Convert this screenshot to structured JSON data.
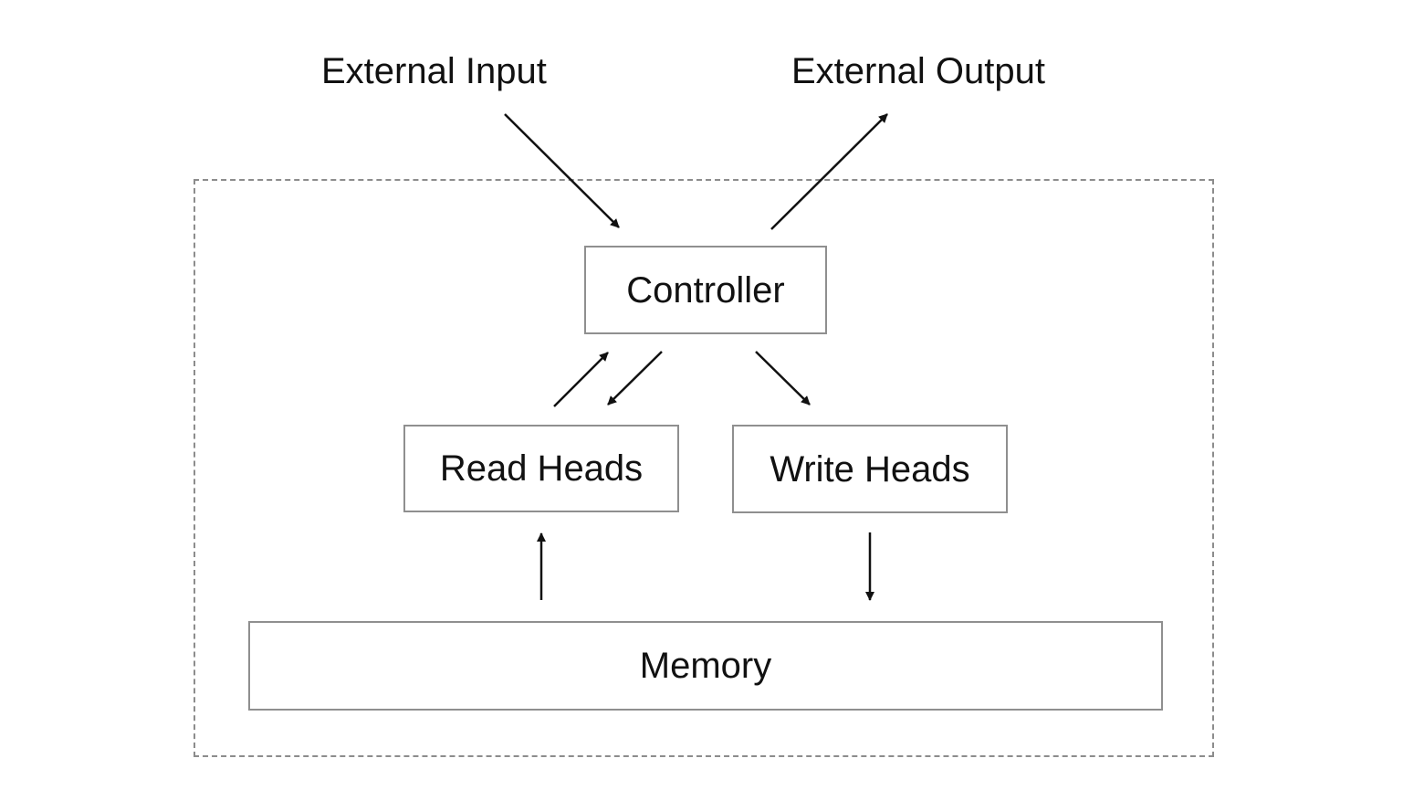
{
  "external": {
    "input_label": "External Input",
    "output_label": "External Output"
  },
  "nodes": {
    "controller": "Controller",
    "read_heads": "Read Heads",
    "write_heads": "Write Heads",
    "memory": "Memory"
  },
  "colors": {
    "box_border": "#8f8f8f",
    "boundary": "#8c8c8c",
    "arrow": "#111111",
    "text": "#111111"
  }
}
